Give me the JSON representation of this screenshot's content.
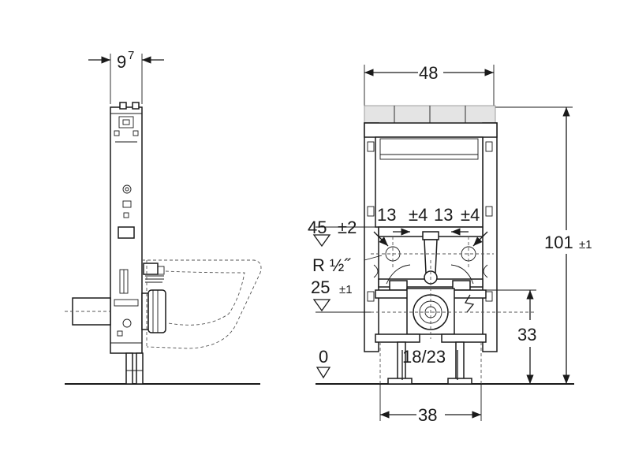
{
  "dimensions": {
    "depth_main": "9",
    "depth_sup": "7",
    "width_top": "48",
    "height_total": "101",
    "height_total_tol": "±1",
    "height_45": "45",
    "height_45_tol": "±2",
    "offset_left": "13",
    "offset_left_tol": "±4",
    "offset_right": "13",
    "offset_right_tol": "±4",
    "pipe_thread": "R ½˝",
    "height_25": "25",
    "height_25_tol": "±1",
    "height_33": "33",
    "drain_range": "18/23",
    "floor_level": "0",
    "width_bottom": "38"
  }
}
